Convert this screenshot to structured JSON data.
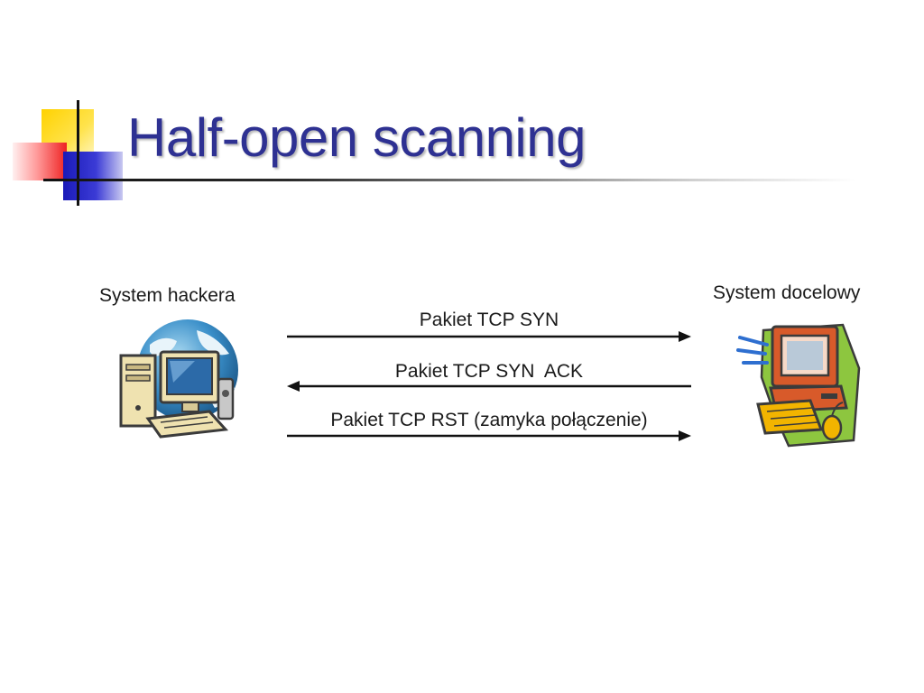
{
  "slide": {
    "title": "Half-open scanning"
  },
  "diagram": {
    "source_label": "System hackera",
    "target_label": "System docelowy",
    "messages": [
      {
        "text": "Pakiet TCP SYN",
        "direction": "right"
      },
      {
        "text": "Pakiet TCP SYN  ACK",
        "direction": "left"
      },
      {
        "text": "Pakiet TCP RST (zamyka połączenie)",
        "direction": "right"
      }
    ]
  },
  "icons": {
    "source": "globe-computer-icon",
    "target": "desktop-computer-icon"
  },
  "colors": {
    "title": "#2e3192",
    "arrow": "#111111",
    "logo_yellow": "#ffd200",
    "logo_red": "#ee2222",
    "logo_blue": "#1a1ab8"
  }
}
